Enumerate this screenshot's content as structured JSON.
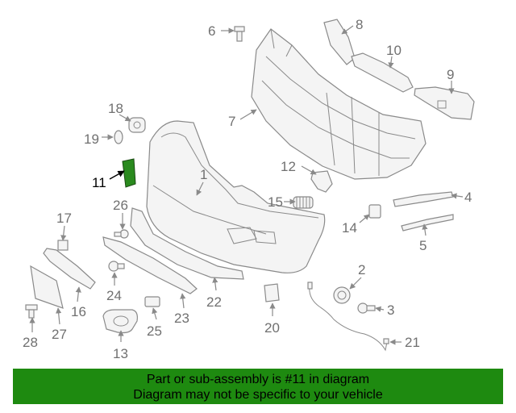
{
  "diagram": {
    "highlight_color": "#2a8a1e",
    "highlighted_callout": "11",
    "callouts": {
      "c1": "1",
      "c2": "2",
      "c3": "3",
      "c4": "4",
      "c5": "5",
      "c6": "6",
      "c7": "7",
      "c8": "8",
      "c9": "9",
      "c10": "10",
      "c11": "11",
      "c12": "12",
      "c13": "13",
      "c14": "14",
      "c15": "15",
      "c16": "16",
      "c17": "17",
      "c18": "18",
      "c19": "19",
      "c20": "20",
      "c21": "21",
      "c22": "22",
      "c23": "23",
      "c24": "24",
      "c25": "25",
      "c26": "26",
      "c27": "27",
      "c28": "28"
    }
  },
  "banner": {
    "background": "#1e8a10",
    "line1": "Part or sub-assembly is #11 in diagram",
    "line2": "Diagram may not be specific to your vehicle"
  }
}
